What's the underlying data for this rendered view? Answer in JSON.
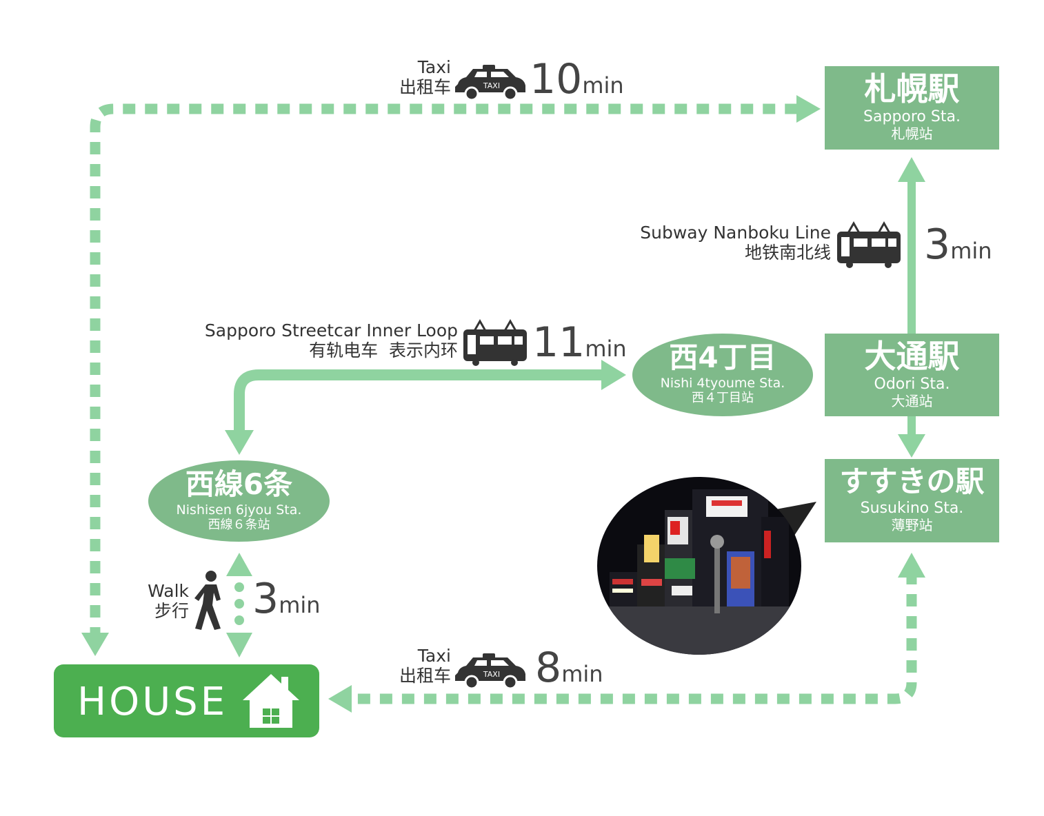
{
  "colors": {
    "route": "#8fd3a0",
    "station": "#7fba8a",
    "house": "#4caf50",
    "icon": "#333333"
  },
  "stations": {
    "sapporo": {
      "jp": "札幌駅",
      "en": "Sapporo Sta.",
      "cn": "札幌站"
    },
    "odori": {
      "jp": "大通駅",
      "en": "Odori Sta.",
      "cn": "大通站"
    },
    "susukino": {
      "jp": "すすきの駅",
      "en": "Susukino Sta.",
      "cn": "薄野站"
    },
    "nishi4": {
      "jp": "西4丁目",
      "en": "Nishi 4tyoume Sta.",
      "cn": "西４丁目站"
    },
    "nishisen": {
      "jp": "西線6条",
      "en": "Nishisen 6jyou Sta.",
      "cn": "西線６条站"
    }
  },
  "house": {
    "label": "HOUSE"
  },
  "routes": {
    "taxi_top": {
      "en": "Taxi",
      "cn": "出租车",
      "num": "10",
      "unit": "min"
    },
    "subway": {
      "en": "Subway Nanboku Line",
      "cn": "地铁南北线",
      "num": "3",
      "unit": "min"
    },
    "streetcar": {
      "en": "Sapporo Streetcar Inner Loop",
      "cn": "有轨电车  表示内环",
      "num": "11",
      "unit": "min"
    },
    "walk": {
      "en": "Walk",
      "cn": "步行",
      "num": "3",
      "unit": "min"
    },
    "taxi_bottom": {
      "en": "Taxi",
      "cn": "出租车",
      "num": "8",
      "unit": "min"
    }
  },
  "icons": {
    "taxi_top": "taxi-icon",
    "taxi_bottom": "taxi-icon",
    "subway": "train-icon",
    "streetcar": "tram-icon",
    "walk": "pedestrian-icon",
    "house": "house-icon",
    "photo": "susukino-night-photo"
  },
  "taxi_sign": "TAXI"
}
